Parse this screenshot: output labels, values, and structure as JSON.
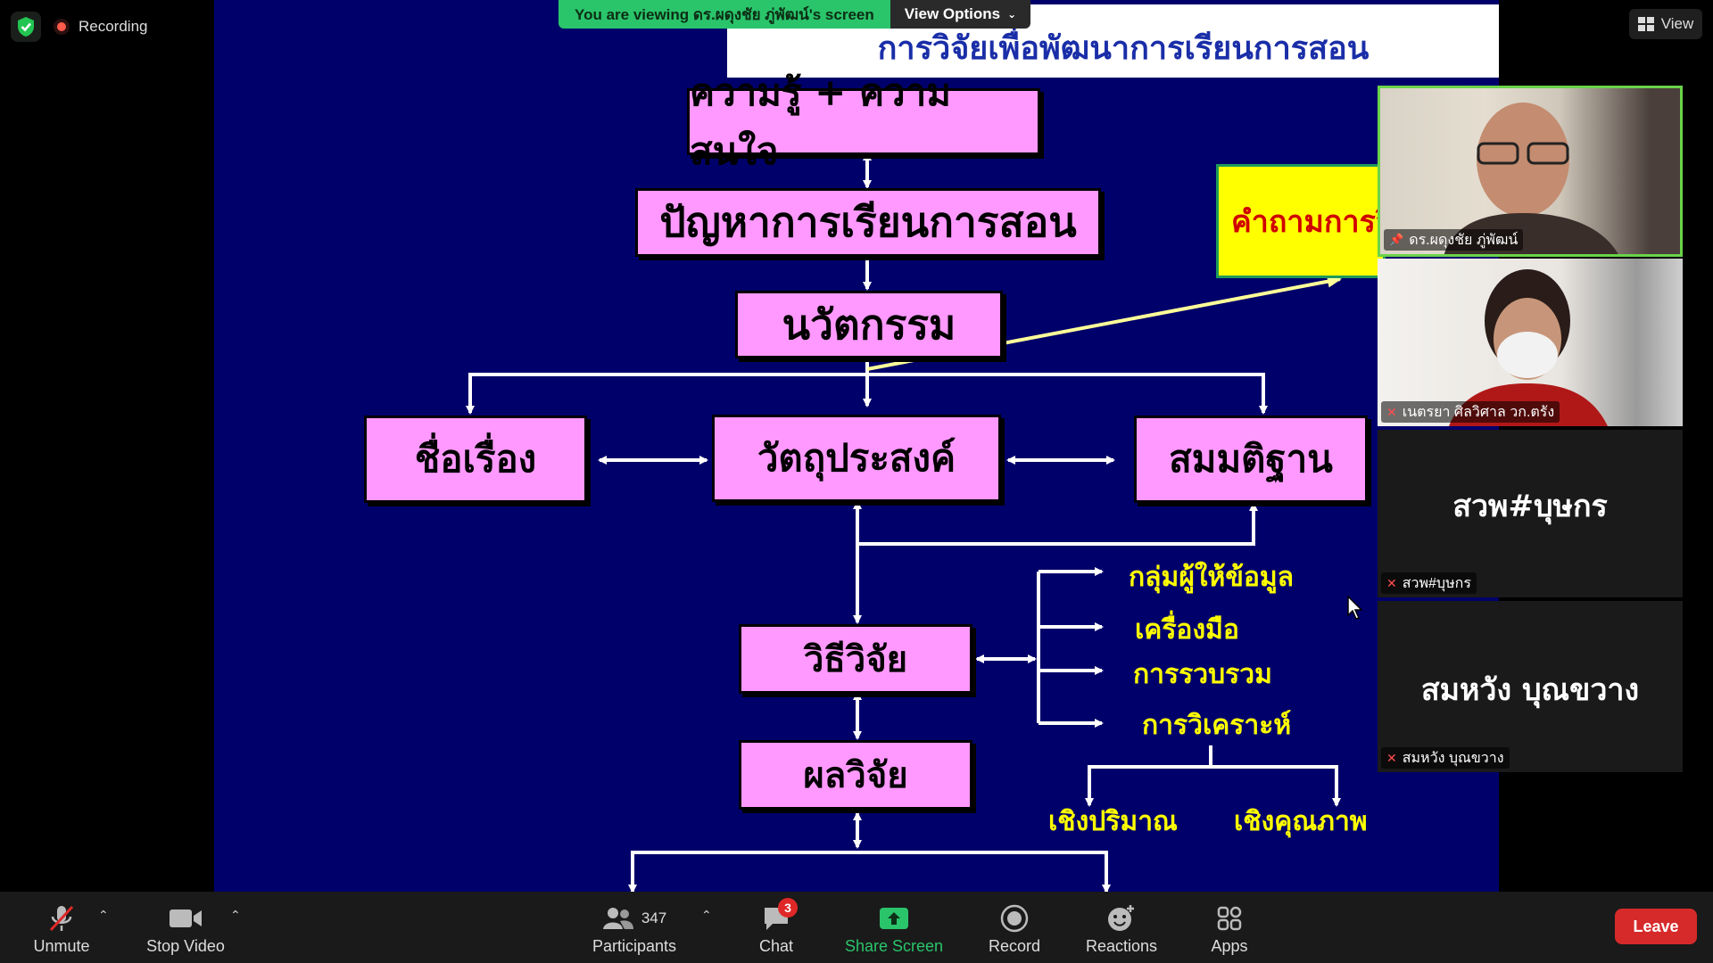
{
  "status": {
    "recording_label": "Recording",
    "view_label": "View"
  },
  "banner": {
    "viewing_text": "You are viewing ดร.ผดุงชัย ภู่พัฒน์'s screen",
    "view_options_label": "View Options"
  },
  "slide": {
    "title": "การวิจัยเพื่อพัฒนาการเรียนการสอน",
    "box_knowledge": "ความรู้ + ความสนใจ",
    "box_problem": "ปัญหาการเรียนการสอน",
    "box_innovation": "นวัตกรรม",
    "box_title": "ชื่อเรื่อง",
    "box_objective": "วัตถุประสงค์",
    "box_hypothesis": "สมมติฐาน",
    "box_method": "วิธีวิจัย",
    "box_result": "ผลวิจัย",
    "question_box": "คำถามการวิจัย",
    "method_items": [
      "กลุ่มผู้ให้ข้อมูล",
      "เครื่องมือ",
      "การรวบรวม",
      "การวิเคราะห์"
    ],
    "analysis_quant": "เชิงปริมาณ",
    "analysis_qual": "เชิงคุณภาพ"
  },
  "participants": [
    {
      "name": "ดร.ผดุงชัย ภู่พัฒน์",
      "icon": "pin-icon",
      "active": true
    },
    {
      "name": "เนตรยา ศิลวิศาล วก.ตรัง",
      "icon": "mic-muted-icon"
    },
    {
      "name": "สวพ#บุษกร",
      "display": "สวพ#บุษกร",
      "icon": "mic-muted-icon"
    },
    {
      "name": "สมหวัง บุณขวาง",
      "display": "สมหวัง บุณขวาง",
      "icon": "mic-muted-icon"
    }
  ],
  "toolbar": {
    "unmute": "Unmute",
    "stop_video": "Stop Video",
    "participants": "Participants",
    "participant_count": "347",
    "chat": "Chat",
    "chat_badge": "3",
    "share_screen": "Share Screen",
    "record": "Record",
    "reactions": "Reactions",
    "apps": "Apps",
    "leave": "Leave"
  },
  "colors": {
    "slide_bg": "#00006b",
    "box_fill": "#ff99ff",
    "highlight_yellow": "#ffff00",
    "share_green": "#2ac46b",
    "leave_red": "#d62a2a"
  }
}
